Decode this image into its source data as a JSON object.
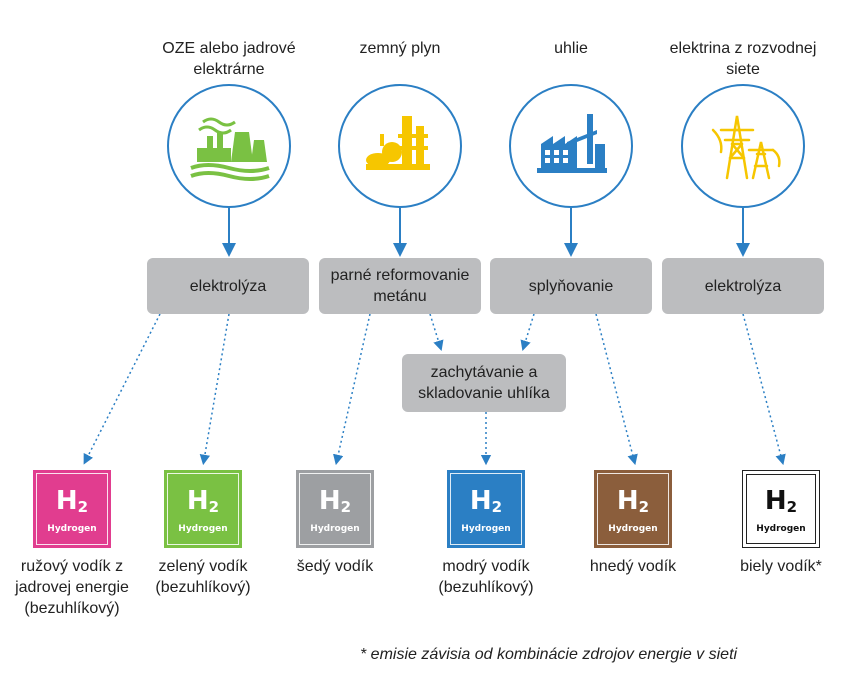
{
  "sources": [
    {
      "label": "OZE alebo jadrové elektrárne",
      "icon": "power-plant-icon",
      "color": "#7ac143"
    },
    {
      "label": "zemný plyn",
      "icon": "refinery-icon",
      "color": "#f6c600"
    },
    {
      "label": "uhlie",
      "icon": "coal-factory-icon",
      "color": "#2b7fc4"
    },
    {
      "label": "elektrina z rozvodnej siete",
      "icon": "power-tower-icon",
      "color": "#f6c600"
    }
  ],
  "processes": {
    "electrolysis_1": "elektrolýza",
    "steam_reforming": "parné reformovanie metánu",
    "gasification": "splyňovanie",
    "electrolysis_2": "elektrolýza",
    "carbon_capture": "zachytávanie a skladovanie uhlíka"
  },
  "hydrogen": {
    "symbol": "H",
    "subscript": "2",
    "word": "Hydrogen",
    "types": [
      {
        "label": "ružový vodík z jadrovej energie (bezuhlíkový)",
        "color": "#e13d8f"
      },
      {
        "label": "zelený vodík (bezuhlíkový)",
        "color": "#7ac143"
      },
      {
        "label": "šedý vodík",
        "color": "#9d9fa2"
      },
      {
        "label": "modrý vodík (bezuhlíkový)",
        "color": "#2b7fc4"
      },
      {
        "label": "hnedý vodík",
        "color": "#8b5e3c"
      },
      {
        "label": "biely vodík*",
        "color": "#ffffff"
      }
    ]
  },
  "colors": {
    "arrow": "#2b7fc4",
    "process_bg": "#bcbdbf"
  },
  "footnote": "* emisie závisia od kombinácie zdrojov energie v sieti"
}
